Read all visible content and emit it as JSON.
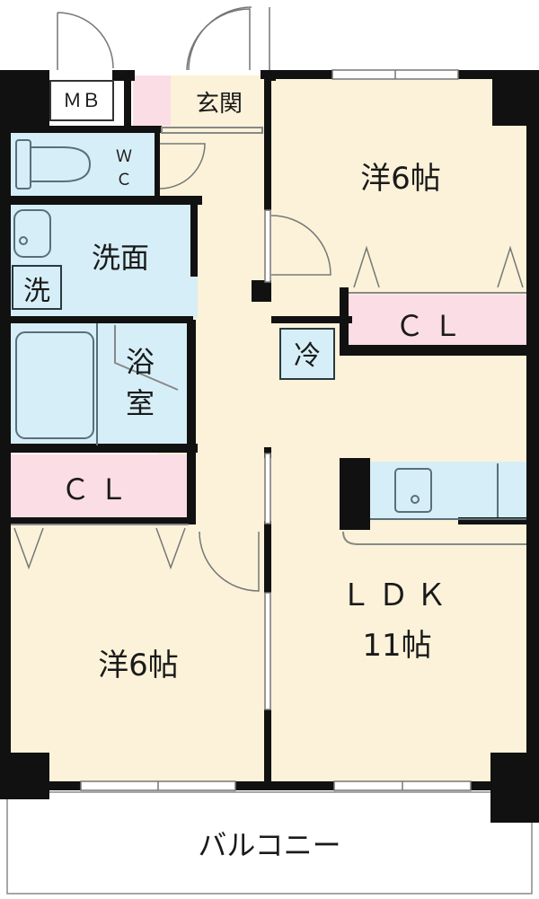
{
  "floorplan": {
    "colors": {
      "wall": "#111111",
      "floor": "#fbf2d9",
      "wet_area": "#d6eef7",
      "closet": "#fbdde6",
      "balcony": "#ffffff",
      "fixture_line": "#5a6f78"
    },
    "rooms": {
      "mb": "ＭＢ",
      "entrance": "玄関",
      "wc_w": "Ｗ",
      "wc_c": "Ｃ",
      "washroom": "洗面",
      "washer": "洗",
      "bath_1": "浴",
      "bath_2": "室",
      "closet_left": "ＣＬ",
      "closet_right": "ＣＬ",
      "fridge": "冷",
      "western_top": "洋6帖",
      "western_bottom": "洋6帖",
      "ldk_1": "ＬＤＫ",
      "ldk_2": "11帖",
      "balcony": "バルコニー"
    }
  }
}
